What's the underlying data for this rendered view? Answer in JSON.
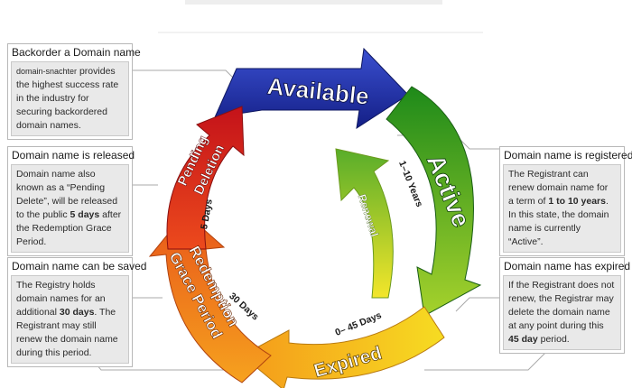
{
  "stages": {
    "available": "Available",
    "active": "Active",
    "expired": "Expired",
    "redemption_line1": "Redemption",
    "redemption_line2": "Grace Period",
    "pending_line1": "Pending",
    "pending_line2": "Deletion",
    "renewal": "Renewal"
  },
  "durations": {
    "active": "1–10 Years",
    "expired": "0– 45 Days",
    "redemption": "30 Days",
    "pending": "5 Days"
  },
  "boxes": {
    "backorder": {
      "title": "Backorder a Domain name",
      "brand": "domain-snachter",
      "text": "provides the highest success rate in the industry for securing backordered domain names."
    },
    "released": {
      "title": "Domain name is released",
      "text1": "Domain name also known as a “Pending Delete”, will be released to the public ",
      "bold": "5 days",
      "text2": " after the Redemption Grace Period."
    },
    "saved": {
      "title": "Domain name can be saved",
      "text1": "The Registry holds domain names for an additional ",
      "bold": "30 days",
      "text2": ". The Registrant may still renew the domain name during this period."
    },
    "registered": {
      "title": "Domain name is registered",
      "text1": "The Registrant can renew domain name for a term of ",
      "bold": "1 to 10 years",
      "text2": ". In this state, the domain name is currently “Active”."
    },
    "expired": {
      "title": "Domain name has expired",
      "text1": "If the Registrant does not renew, the Registrar may delete the domain name at any point during this ",
      "bold": "45 day",
      "text2": " period."
    }
  },
  "colors": {
    "available": "#1f2ea6",
    "active": "#3fa520",
    "expired": "#f2c51a",
    "redemption": "#f07a1e",
    "pending": "#e0251c",
    "renewal": "#8cc43a"
  }
}
